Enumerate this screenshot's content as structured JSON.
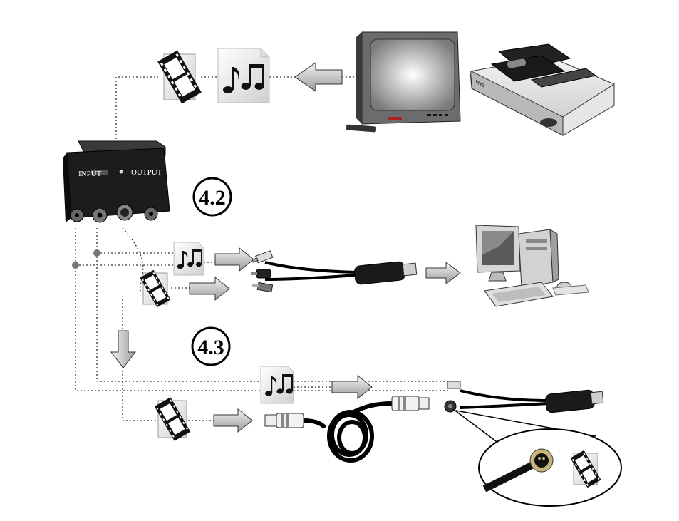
{
  "steps": {
    "step_a": "4.2",
    "step_b": "4.3"
  },
  "scart_adapter": {
    "input_label": "INPUT",
    "output_label": "OUTPUT"
  },
  "vcr": {
    "brand": "VHS"
  }
}
